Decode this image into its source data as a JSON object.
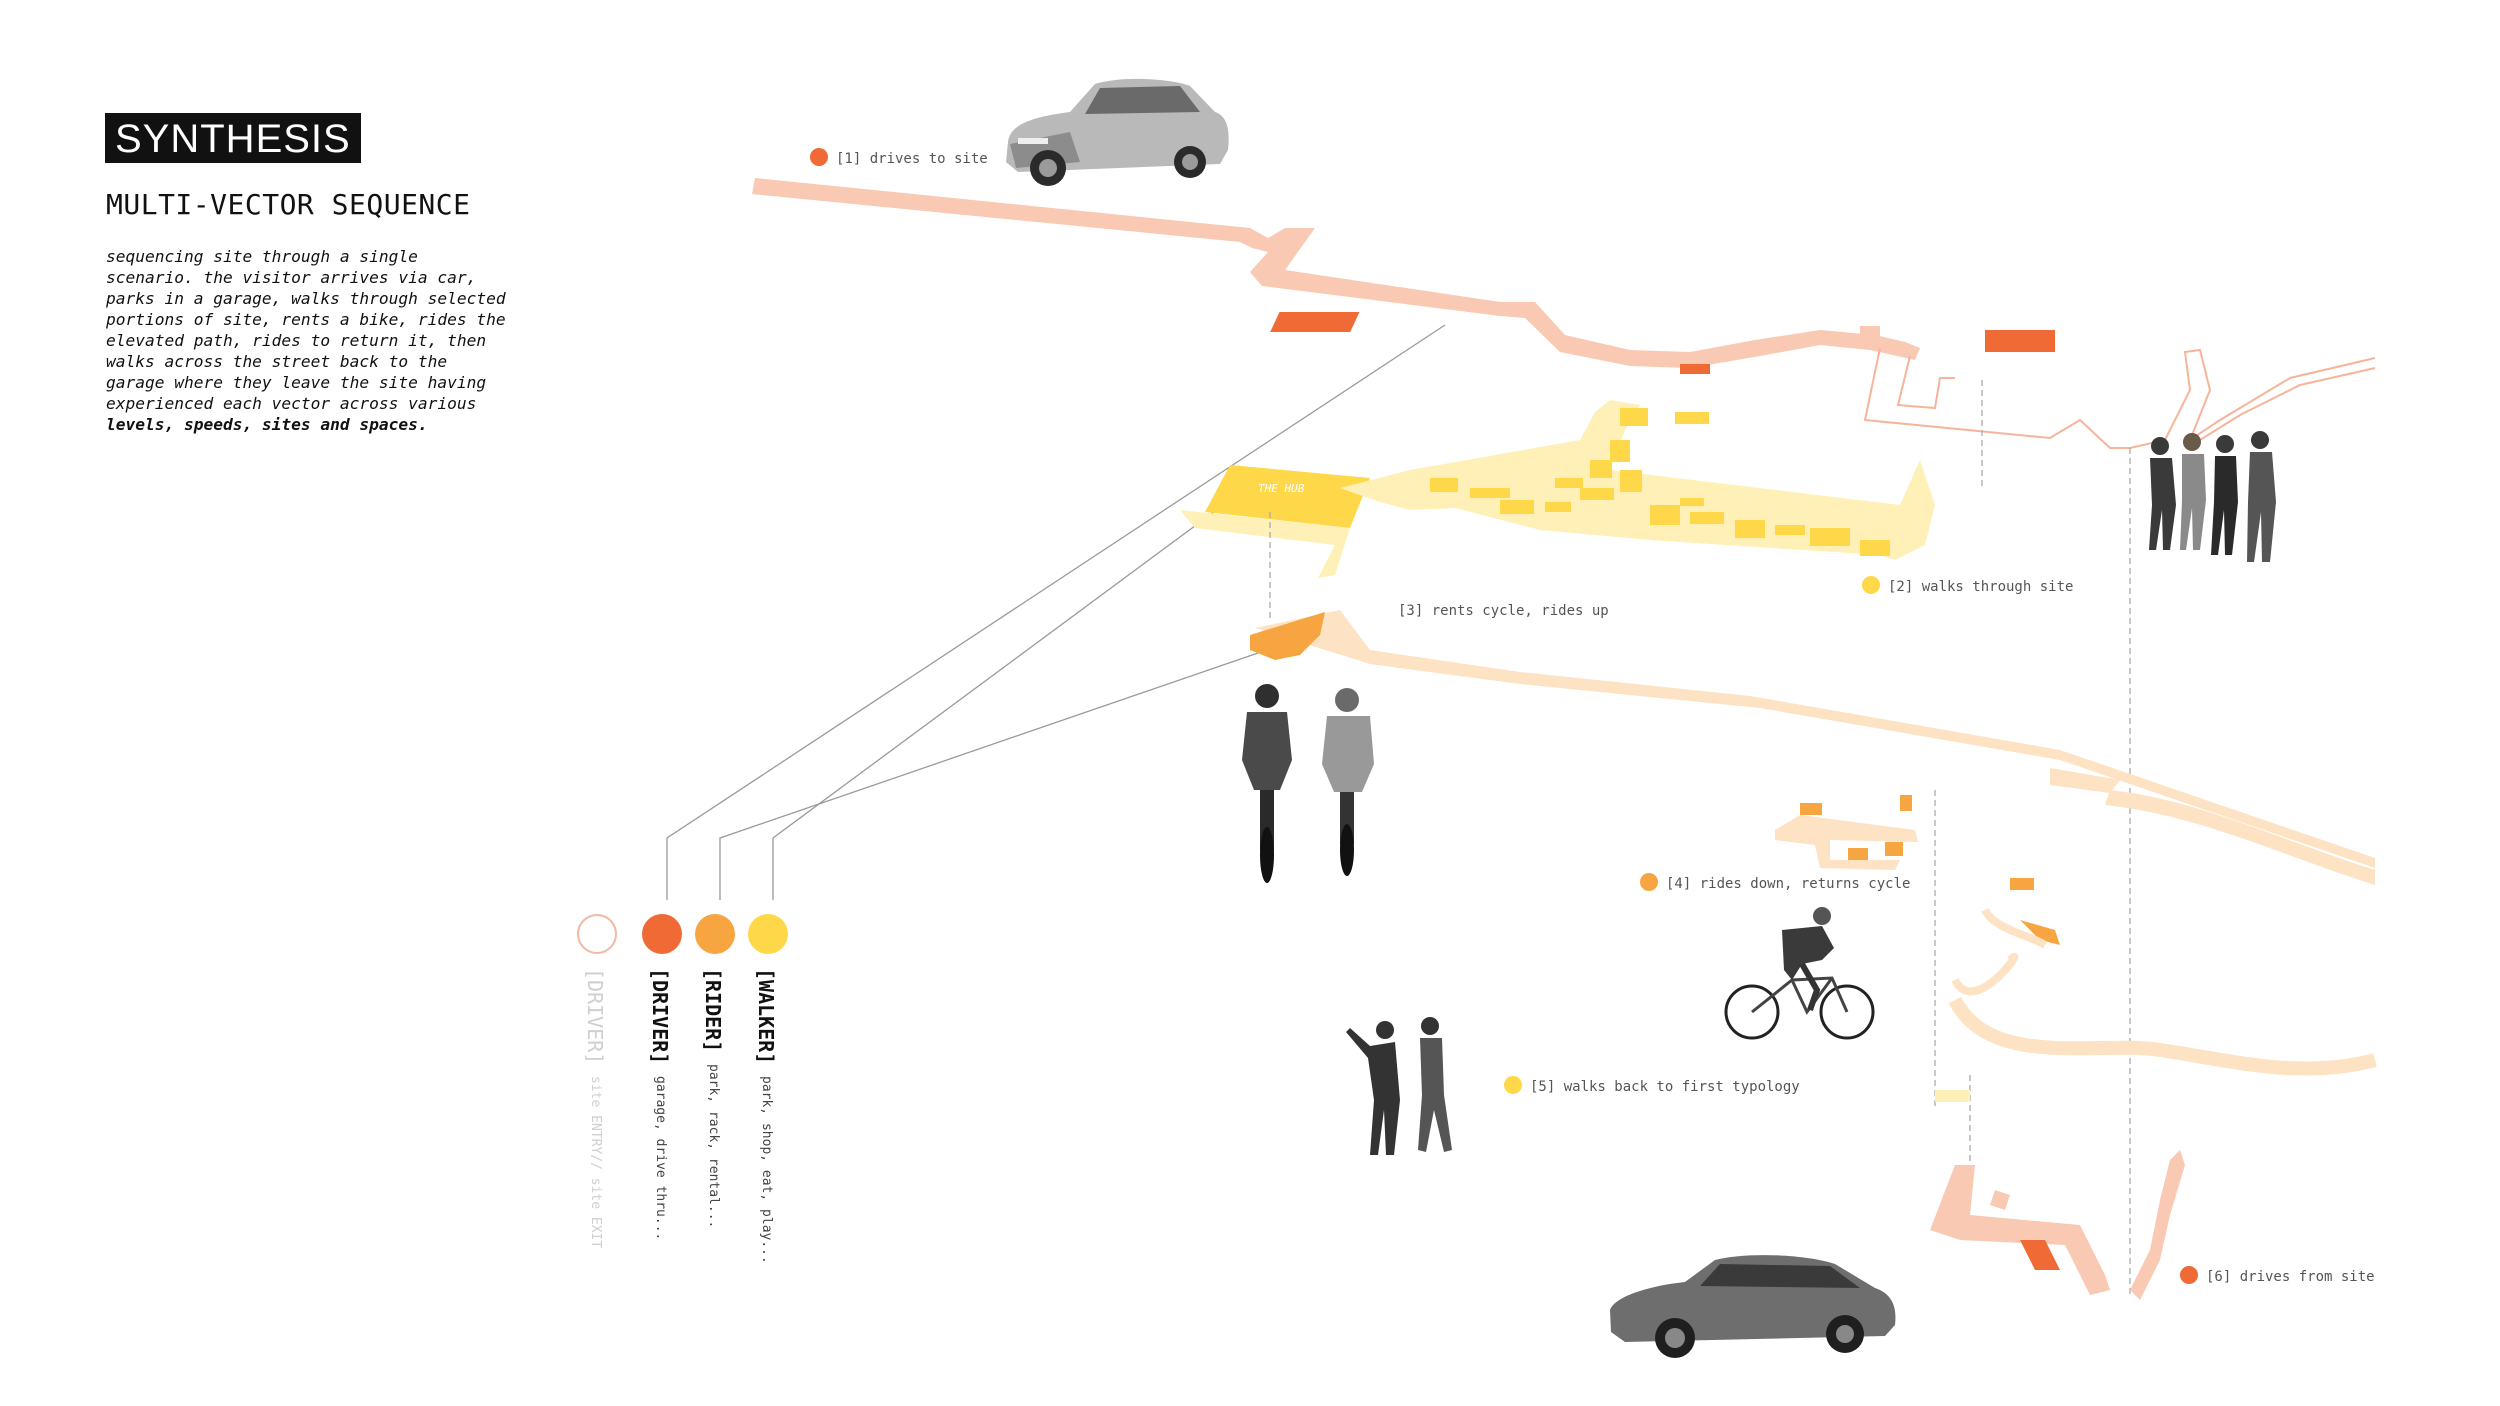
{
  "header": {
    "title": "SYNTHESIS",
    "subtitle": "MULTI-VECTOR SEQUENCE",
    "description_plain": "sequencing site through a single scenario. the visitor arrives via car, parks in a garage, walks through selected portions of site, rents a bike, rides the elevated path, rides to return it, then walks across the street back to the garage where they leave the site having experienced each vector across various ",
    "description_bold": "levels, speeds, sites and spaces."
  },
  "colors": {
    "driver_exit": "#ffffff",
    "driver": "#f06a35",
    "rider": "#f7a541",
    "walker": "#ffd84a",
    "path_light": "#f9c9b4",
    "path_yellow_light": "#fff0b8",
    "path_orange_light": "#fde2c4"
  },
  "steps": [
    {
      "label": "[1] drives to site",
      "dot_color": "#f06a35"
    },
    {
      "label": "[2] walks through site",
      "dot_color": "#ffd84a"
    },
    {
      "label": "[3] rents cycle, rides up",
      "dot_color": ""
    },
    {
      "label": "[4] rides down, returns cycle",
      "dot_color": "#f7a541"
    },
    {
      "label": "[5] walks back to first typology",
      "dot_color": "#ffd84a"
    },
    {
      "label": "[6] drives from site",
      "dot_color": "#f06a35"
    }
  ],
  "hub_label": "THE HUB",
  "legend": [
    {
      "title": "[DRIVER]",
      "sub": "site ENTRY// site EXIT",
      "color": "#ffffff",
      "muted": true
    },
    {
      "title": "[DRIVER]",
      "sub": "garage, drive thru...",
      "color": "#f06a35",
      "muted": false
    },
    {
      "title": "[RIDER]",
      "sub": "park, rack, rental...",
      "color": "#f7a541",
      "muted": false
    },
    {
      "title": "[WALKER]",
      "sub": "park, shop, eat, play...",
      "color": "#ffd84a",
      "muted": false
    }
  ],
  "figures": [
    {
      "name": "car-arriving",
      "icon": "sedan-silver"
    },
    {
      "name": "walkers-group",
      "icon": "people-walking"
    },
    {
      "name": "cyclists-pair",
      "icon": "cyclists-rear"
    },
    {
      "name": "cyclist-riding",
      "icon": "cyclist-side"
    },
    {
      "name": "pedestrians-pointing",
      "icon": "people-standing"
    },
    {
      "name": "car-leaving",
      "icon": "sedan-dark"
    }
  ]
}
